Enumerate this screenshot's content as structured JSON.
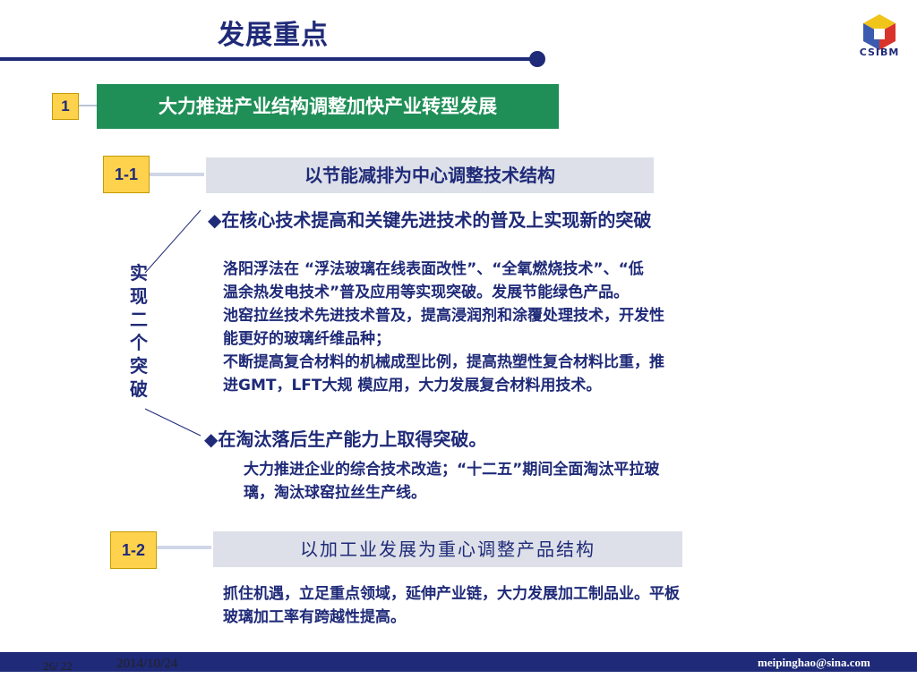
{
  "slide": {
    "title": "发展重点",
    "logo_text": "CSIBM"
  },
  "section1": {
    "number": "1",
    "heading": "大力推进产业结构调整加快产业转型发展"
  },
  "section1_1": {
    "number": "1-1",
    "heading": "以节能减排为中心调整技术结构",
    "side_label": [
      "实",
      "现",
      "二",
      "个",
      "突",
      "破"
    ],
    "bullet1": "◆在核心技术提高和关键先进技术的普及上实现新的突破",
    "bullet1_lines": [
      "洛阳浮法在 “浮法玻璃在线表面改性”、“全氧燃烧技术”、“低",
      "温余热发电技术”普及应用等实现突破。发展节能绿色产品。",
      "池窑拉丝技术先进技术普及，提高浸润剂和涂覆处理技术，开发性",
      "能更好的玻璃纤维品种；",
      "不断提高复合材料的机械成型比例，提高热塑性复合材料比重，推",
      "进GMT，LFT大规 模应用，大力发展复合材料用技术。"
    ],
    "bullet2": "◆在淘汰落后生产能力上取得突破。",
    "bullet2_lines": [
      "大力推进企业的综合技术改造；“十二五”期间全面淘汰平拉玻",
      "璃，淘汰球窑拉丝生产线。"
    ]
  },
  "section1_2": {
    "number": "1-2",
    "heading": "以加工业发展为重心调整产品结构",
    "lines": [
      "抓住机遇，立足重点领域，延伸产业链，大力发展加工制品业。平板",
      "玻璃加工率有跨越性提高。"
    ]
  },
  "footer": {
    "page": "26/ 22",
    "date": "2014/10/24",
    "email": "meipinghao@sina.com"
  },
  "colors": {
    "navy": "#1f2a78",
    "green": "#1f8f57",
    "badge_yellow": "#ffd24d",
    "gray_bar": "#dde0e8"
  }
}
